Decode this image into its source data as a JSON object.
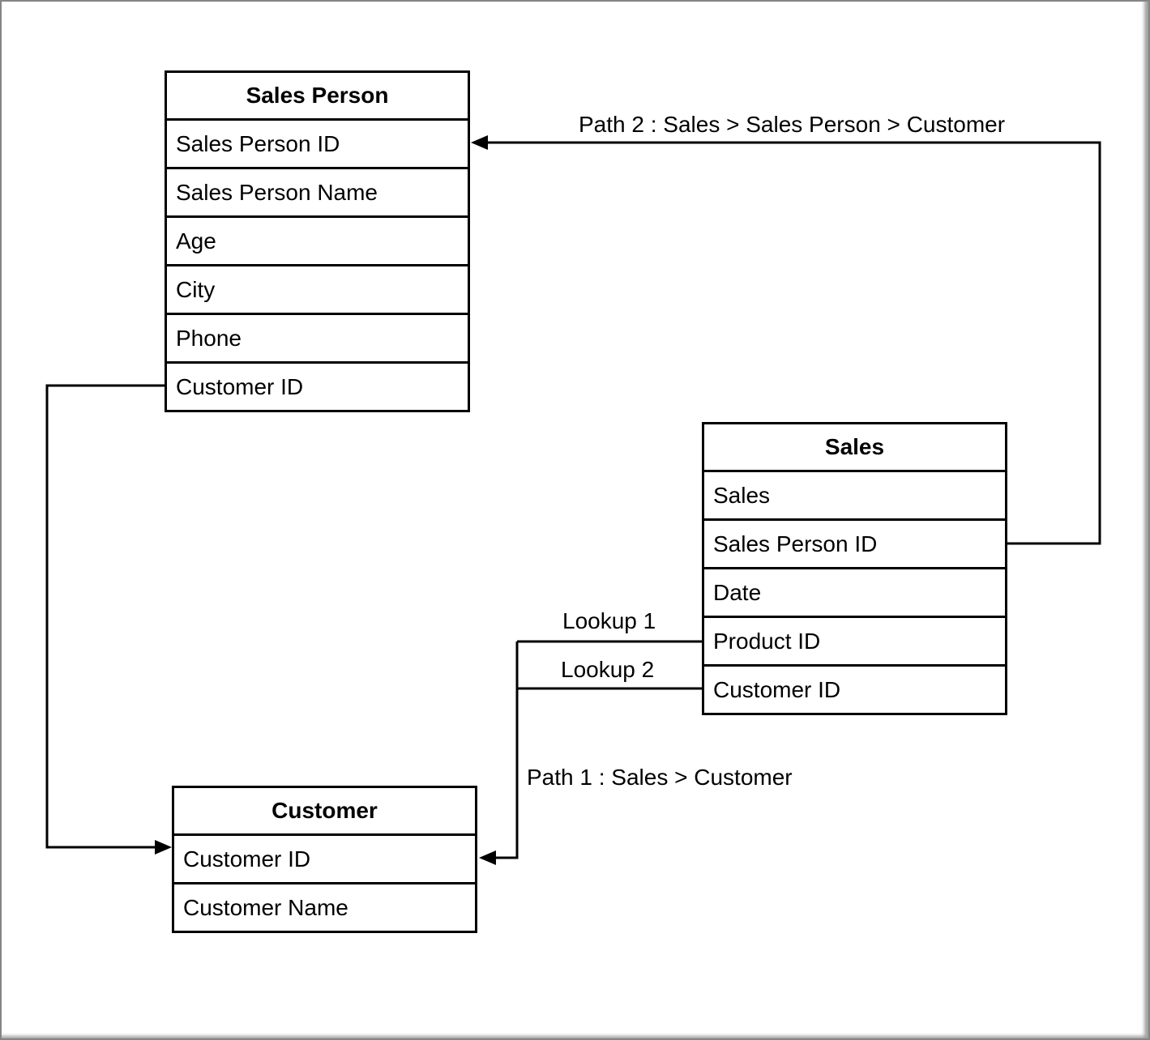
{
  "diagram": {
    "tables": {
      "sales_person": {
        "title": "Sales Person",
        "fields": [
          "Sales Person ID",
          "Sales Person Name",
          "Age",
          "City",
          "Phone",
          "Customer ID"
        ]
      },
      "sales": {
        "title": "Sales",
        "fields": [
          "Sales",
          "Sales Person ID",
          "Date",
          "Product ID",
          "Customer ID"
        ]
      },
      "customer": {
        "title": "Customer",
        "fields": [
          "Customer ID",
          "Customer Name"
        ]
      }
    },
    "labels": {
      "path2": "Path 2 : Sales > Sales Person > Customer",
      "path1": "Path 1 : Sales > Customer",
      "lookup1": "Lookup 1",
      "lookup2": "Lookup 2"
    },
    "relationships": [
      {
        "name": "path2",
        "from": "Sales.Sales Person ID",
        "to": "Sales Person.Sales Person ID"
      },
      {
        "name": "lookup1",
        "from": "Sales.Product ID",
        "to": "merge"
      },
      {
        "name": "lookup2",
        "from": "Sales.Customer ID",
        "to": "merge"
      },
      {
        "name": "path1",
        "from": "Sales",
        "to": "Customer.Customer ID"
      },
      {
        "name": "salesperson-customer",
        "from": "Sales Person.Customer ID",
        "to": "Customer.Customer ID"
      }
    ],
    "colors": {
      "line": "#000000",
      "text": "#000000",
      "background": "#ffffff",
      "frame": "#858585"
    }
  }
}
